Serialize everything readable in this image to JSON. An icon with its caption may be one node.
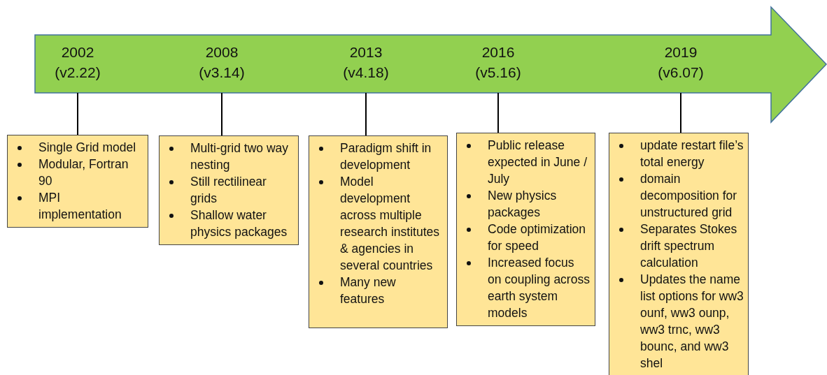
{
  "diagram": {
    "nodes": [
      {
        "text": [],
        "shape": "arrow"
      },
      {
        "text": [
          "2002 (v2.22)"
        ],
        "in": 0
      },
      {
        "text": [
          "2008 (v3.14)"
        ],
        "in": 0
      },
      {
        "text": [
          "2013 (v4.18)"
        ],
        "in": 0
      },
      {
        "text": [
          "2016 (v5.16)"
        ],
        "in": 0
      },
      {
        "text": [
          "2019 (v6.07)"
        ],
        "in": 0
      },
      {
        "text": [
          "Single Grid model",
          "Modular, Fortran 90",
          "MPI implementation"
        ]
      },
      {
        "text": [
          "Multi-grid two way nesting",
          "Still rectilinear grids",
          "Shallow water physics packages"
        ]
      },
      {
        "text": [
          "Paradigm shift in development",
          "Model development across multiple research institutes & agencies in several countries",
          "Many new features"
        ]
      },
      {
        "text": [
          "Public release expected in June / July",
          "New physics packages",
          "Code optimization for speed",
          "Increased focus on coupling across earth system models"
        ]
      },
      {
        "text": [
          "update restart file’s total energy",
          "domain decomposition for unstructured grid",
          "Separates Stokes drift spectrum calculation",
          "Updates the name list options for ww3 ounf, ww3 ounp, ww3 trnc, ww3 bounc, and ww3 shel"
        ]
      }
    ],
    "edges": [
      {
        "from": 1,
        "to": 6,
        "arrow": "none"
      },
      {
        "from": 2,
        "to": 7,
        "arrow": "none"
      },
      {
        "from": 3,
        "to": 8,
        "arrow": "none"
      },
      {
        "from": 4,
        "to": 9,
        "arrow": "none"
      },
      {
        "from": 5,
        "to": 10,
        "arrow": "none"
      }
    ]
  }
}
